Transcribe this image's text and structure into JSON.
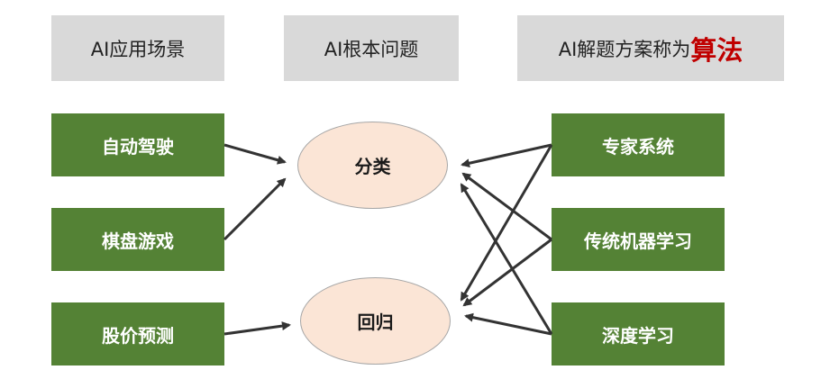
{
  "headers": {
    "scenarios": "AI应用场景",
    "problems": "AI根本问题",
    "solutions_prefix": "AI解题方案称为",
    "solutions_accent": "算法"
  },
  "scenarios": [
    "自动驾驶",
    "棋盘游戏",
    "股价预测"
  ],
  "problems": [
    "分类",
    "回归"
  ],
  "algorithms": [
    "专家系统",
    "传统机器学习",
    "深度学习"
  ],
  "colors": {
    "header_bg": "#d9d9d9",
    "box_green": "#548235",
    "ellipse_fill": "#fbe5d6",
    "accent_red": "#c00000",
    "arrow": "#333333"
  }
}
